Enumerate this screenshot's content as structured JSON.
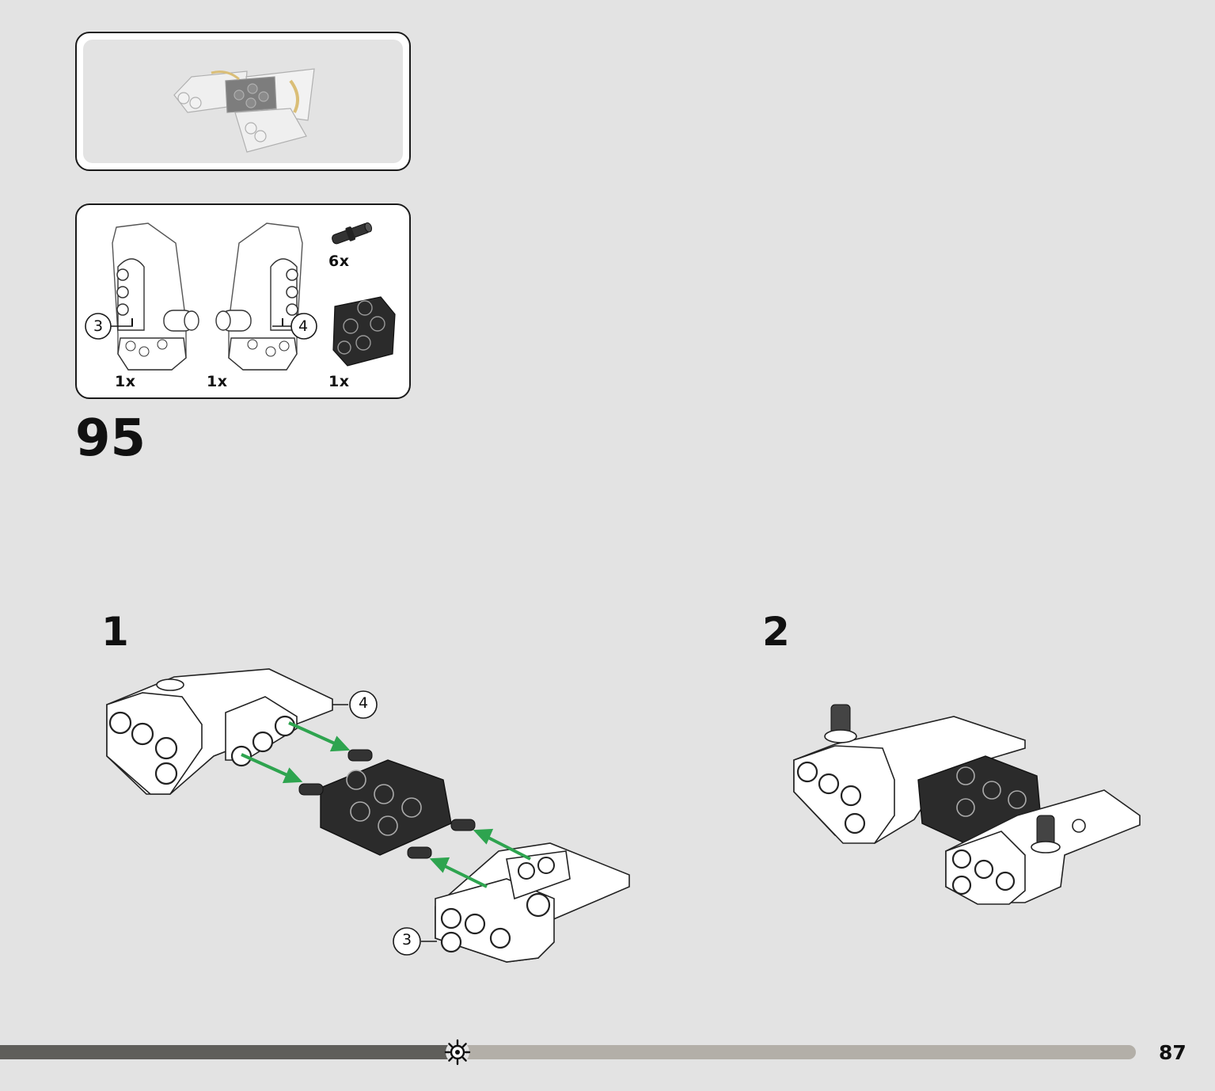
{
  "step": {
    "number": "95"
  },
  "parts_list": {
    "items": [
      {
        "part": "panel-left",
        "qty": "1x"
      },
      {
        "part": "panel-right",
        "qty": "1x"
      },
      {
        "part": "connector-pin",
        "qty": "6x"
      },
      {
        "part": "black-connector-block",
        "qty": "1x"
      }
    ]
  },
  "callouts": {
    "three": "3",
    "four": "4"
  },
  "substeps": [
    {
      "number": "1"
    },
    {
      "number": "2"
    }
  ],
  "progress": {
    "fraction": 0.403,
    "icon": "gear-icon"
  },
  "page": {
    "number": "87"
  },
  "colors": {
    "background": "#e3e3e3",
    "arrow": "#2ea44f",
    "block": "#2b2b2b",
    "progress_done": "#5f5e5a",
    "progress_remaining": "#b3afa8"
  }
}
